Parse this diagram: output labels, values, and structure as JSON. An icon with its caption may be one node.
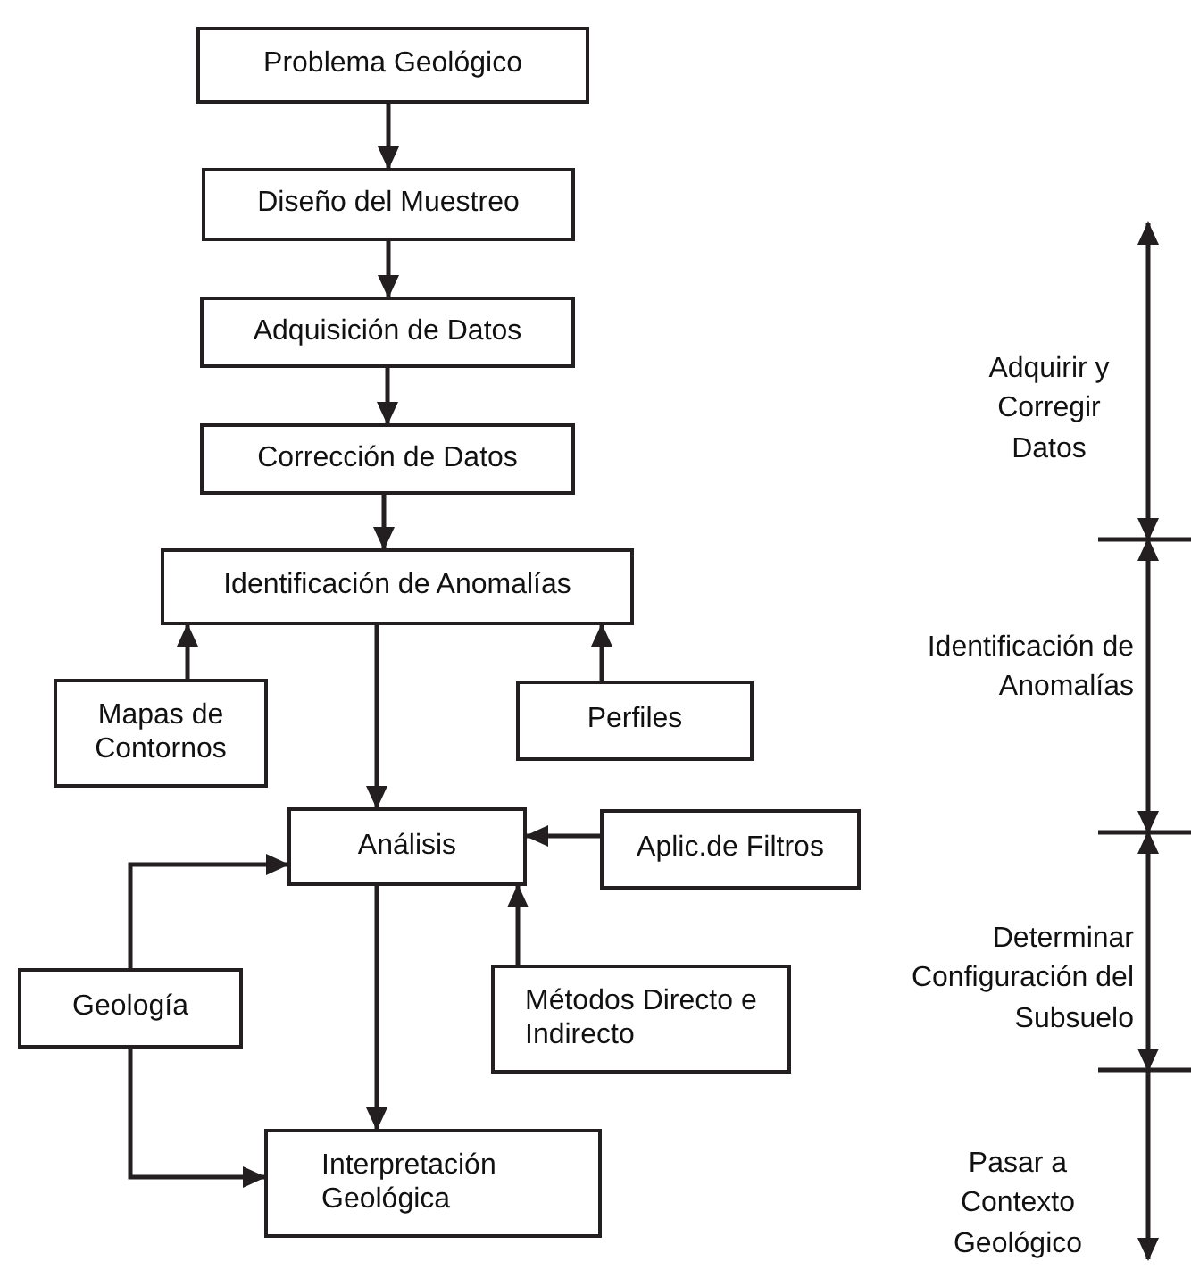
{
  "diagram": {
    "nodes": [
      {
        "text": [
          "Problema Geológico"
        ]
      },
      {
        "text": [
          "Diseño del Muestreo"
        ]
      },
      {
        "text": [
          "Adquisición de Datos"
        ]
      },
      {
        "text": [
          "Corrección de Datos"
        ]
      },
      {
        "text": [
          "Identificación de Anomalías"
        ]
      },
      {
        "text": [
          "Mapas de Contornos"
        ]
      },
      {
        "text": [
          "Perfiles"
        ]
      },
      {
        "text": [
          "Análisis"
        ]
      },
      {
        "text": [
          "Aplic.de Filtros"
        ]
      },
      {
        "text": [
          "Geología"
        ]
      },
      {
        "text": [
          "Métodos Directo e Indirecto"
        ]
      },
      {
        "text": [
          "Interpretación Geológica"
        ]
      }
    ],
    "edges": [
      {
        "from": 0,
        "to": 1,
        "arrow": "to"
      },
      {
        "from": 1,
        "to": 2,
        "arrow": "to"
      },
      {
        "from": 2,
        "to": 3,
        "arrow": "to"
      },
      {
        "from": 3,
        "to": 4,
        "arrow": "to"
      },
      {
        "from": 5,
        "to": 4,
        "arrow": "to"
      },
      {
        "from": 6,
        "to": 4,
        "arrow": "to"
      },
      {
        "from": 4,
        "to": 7,
        "arrow": "to"
      },
      {
        "from": 8,
        "to": 7,
        "arrow": "to"
      },
      {
        "from": 9,
        "to": 7,
        "arrow": "to"
      },
      {
        "from": 10,
        "to": 7,
        "arrow": "to"
      },
      {
        "from": 7,
        "to": 11,
        "arrow": "to"
      },
      {
        "from": 9,
        "to": 11,
        "arrow": "to"
      }
    ],
    "labels": [
      "Adquirir y Corregir Datos",
      "Identificación de Anomalías",
      "Determinar Configuración del Subsuelo",
      "Pasar a Contexto Geológico"
    ]
  }
}
